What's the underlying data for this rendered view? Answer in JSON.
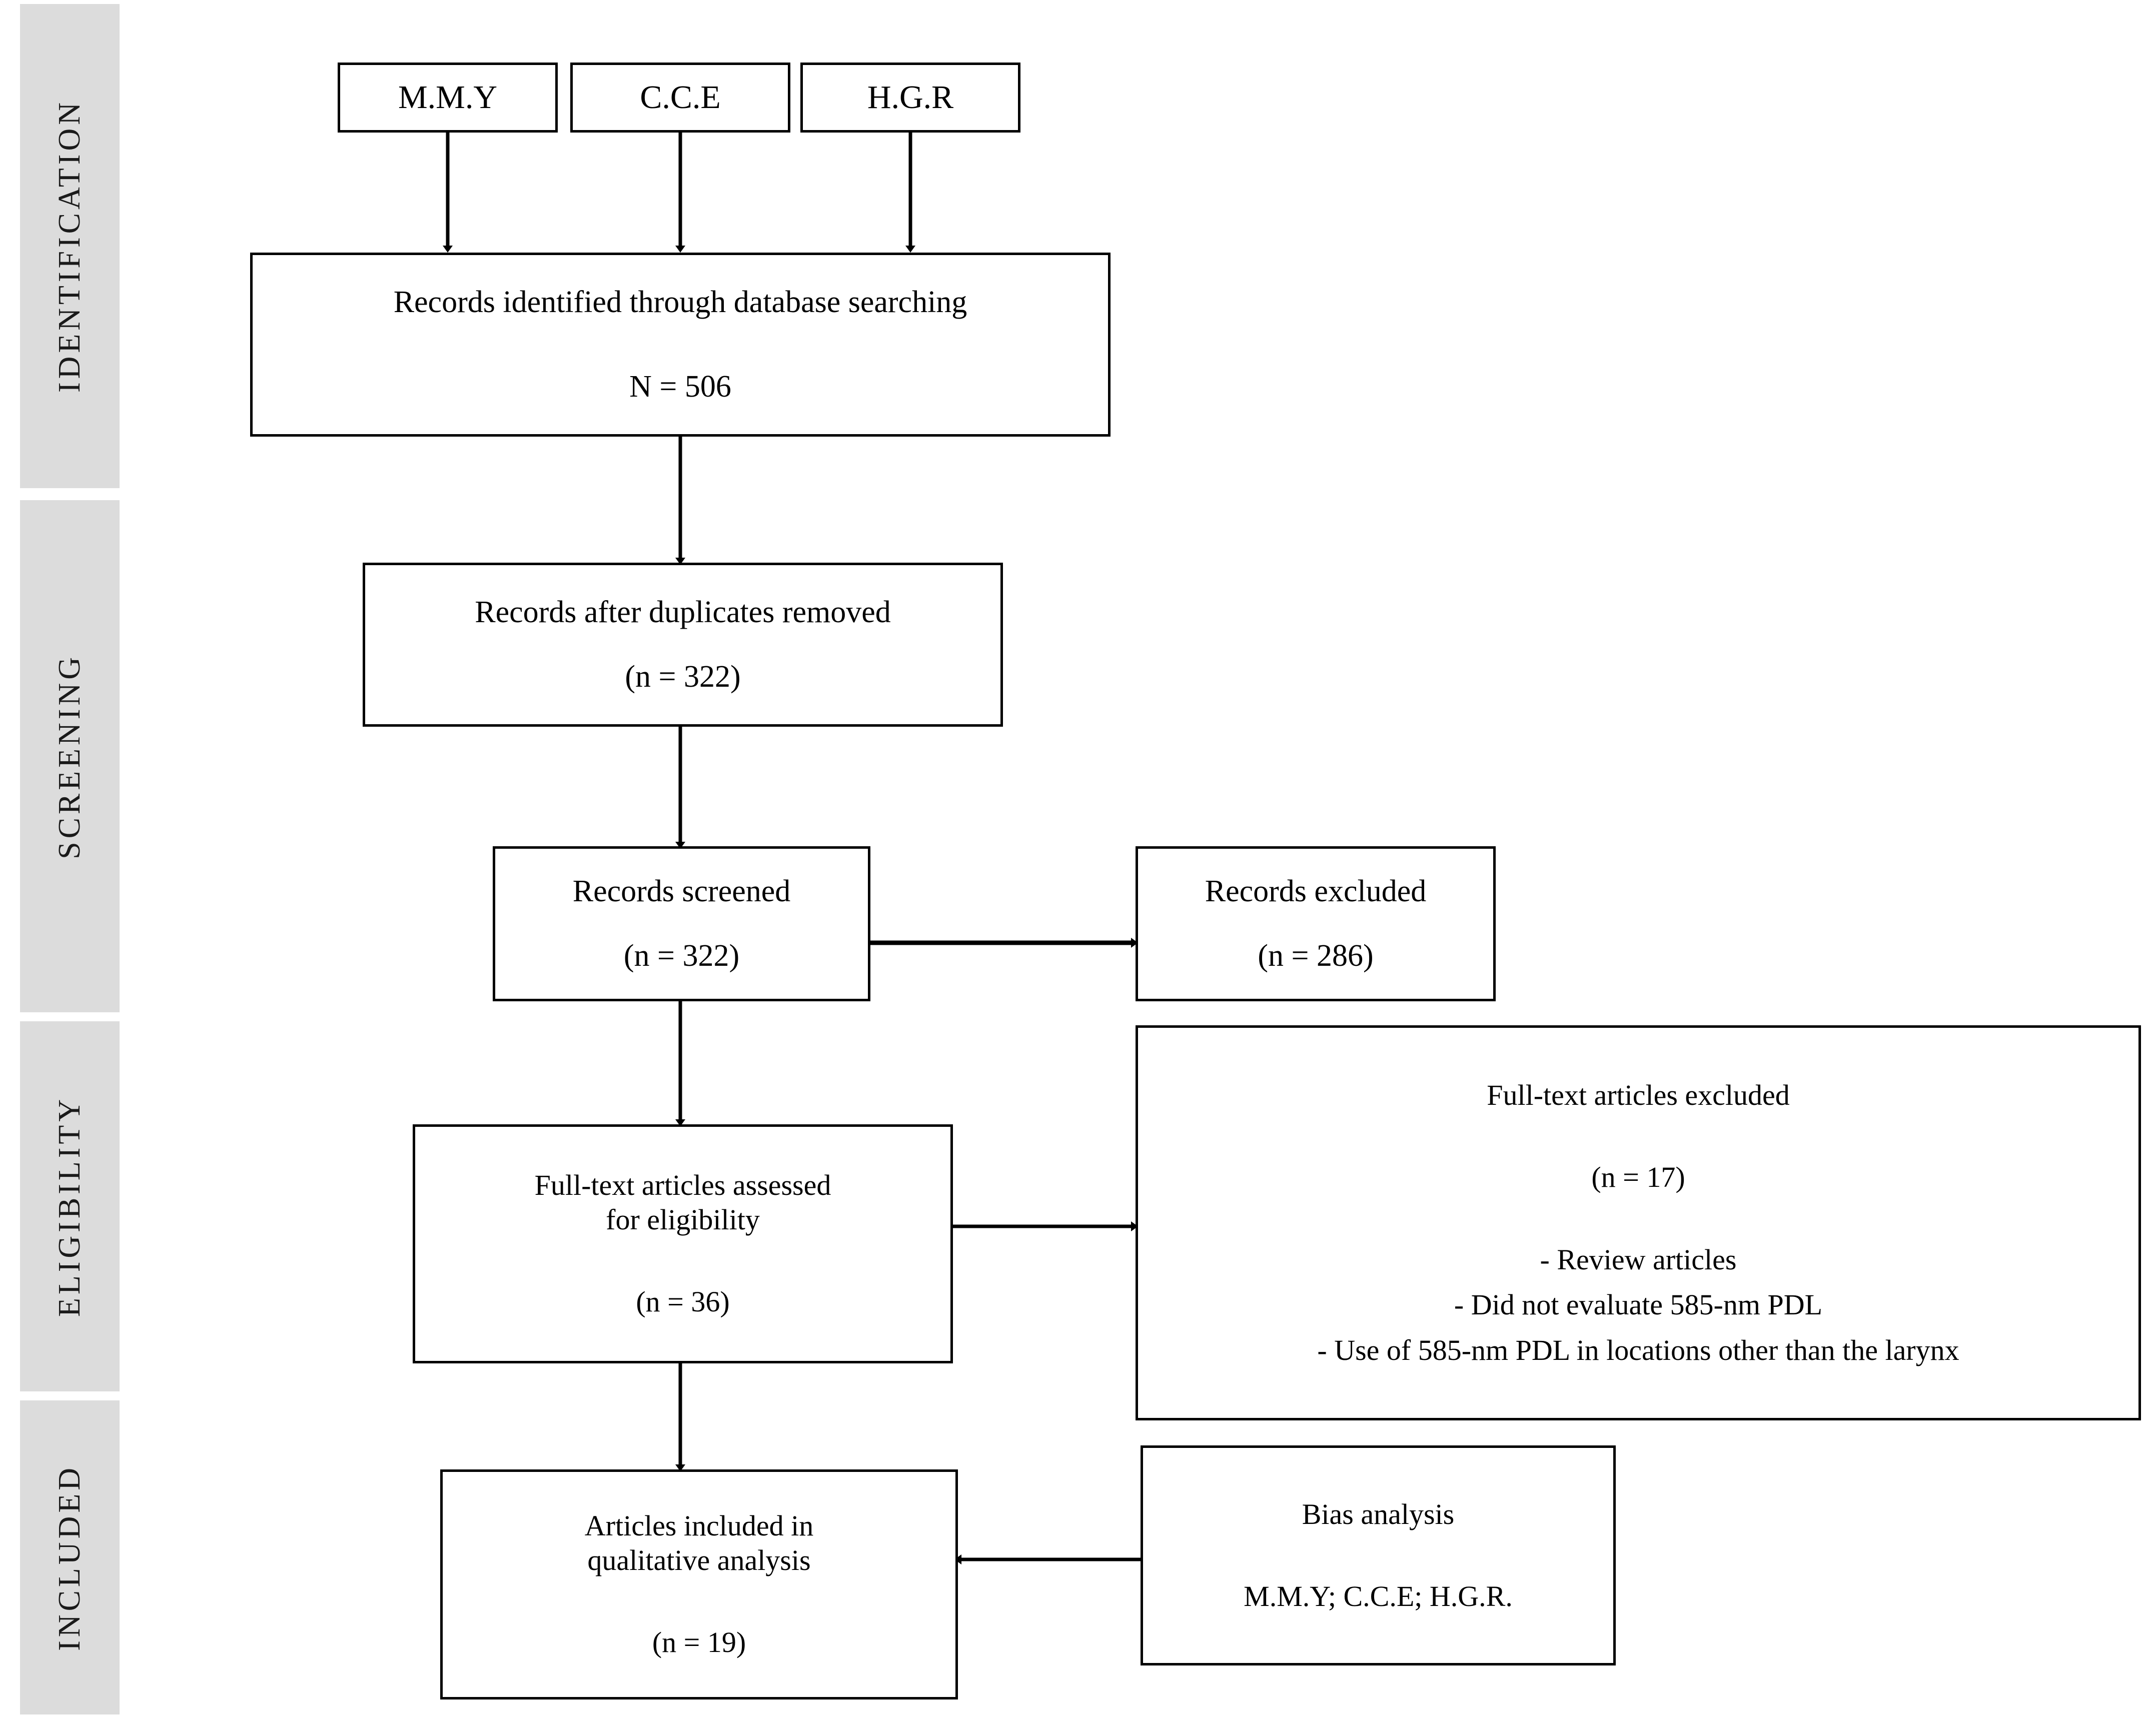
{
  "diagram": {
    "type": "prisma-flow-diagram",
    "stages": [
      {
        "id": "identification",
        "label": "IDENTIFICATION"
      },
      {
        "id": "screening",
        "label": "SCREENING"
      },
      {
        "id": "eligibility",
        "label": "ELIGIBILITY"
      },
      {
        "id": "included",
        "label": "INCLUDED"
      }
    ],
    "colors": {
      "stage_band_background": "#dcdcdc",
      "box_border": "#000000",
      "box_background": "#ffffff",
      "text": "#000000",
      "connector": "#000000",
      "page_background": "#ffffff"
    },
    "authors": [
      {
        "id": "author-1",
        "label": "M.M.Y"
      },
      {
        "id": "author-2",
        "label": "C.C.E"
      },
      {
        "id": "author-3",
        "label": "H.G.R"
      }
    ],
    "boxes": {
      "records_identified": {
        "title": "Records identified  through database searching",
        "count": "N = 506"
      },
      "records_after_duplicates": {
        "title": "Records after duplicates removed",
        "count": "(n = 322)"
      },
      "records_screened": {
        "title": "Records screened",
        "count": "(n = 322)"
      },
      "records_excluded": {
        "title": "Records excluded",
        "count": "(n = 286)"
      },
      "fulltext_assessed": {
        "title_line1": "Full-text  articles assessed",
        "title_line2": "for eligibility",
        "count": "(n = 36)"
      },
      "fulltext_excluded": {
        "title": "Full-text  articles excluded",
        "count": "(n = 17)",
        "reasons": [
          "- Review  articles",
          "- Did not evaluate 585-nm  PDL",
          "- Use of 585-nm  PDL  in locations other than the larynx"
        ]
      },
      "articles_included": {
        "title_line1": "Articles included in",
        "title_line2": "qualitative analysis",
        "count": "(n = 19)"
      },
      "bias_analysis": {
        "title": "Bias analysis",
        "reviewers": "M.M.Y; C.C.E; H.G.R."
      }
    }
  }
}
